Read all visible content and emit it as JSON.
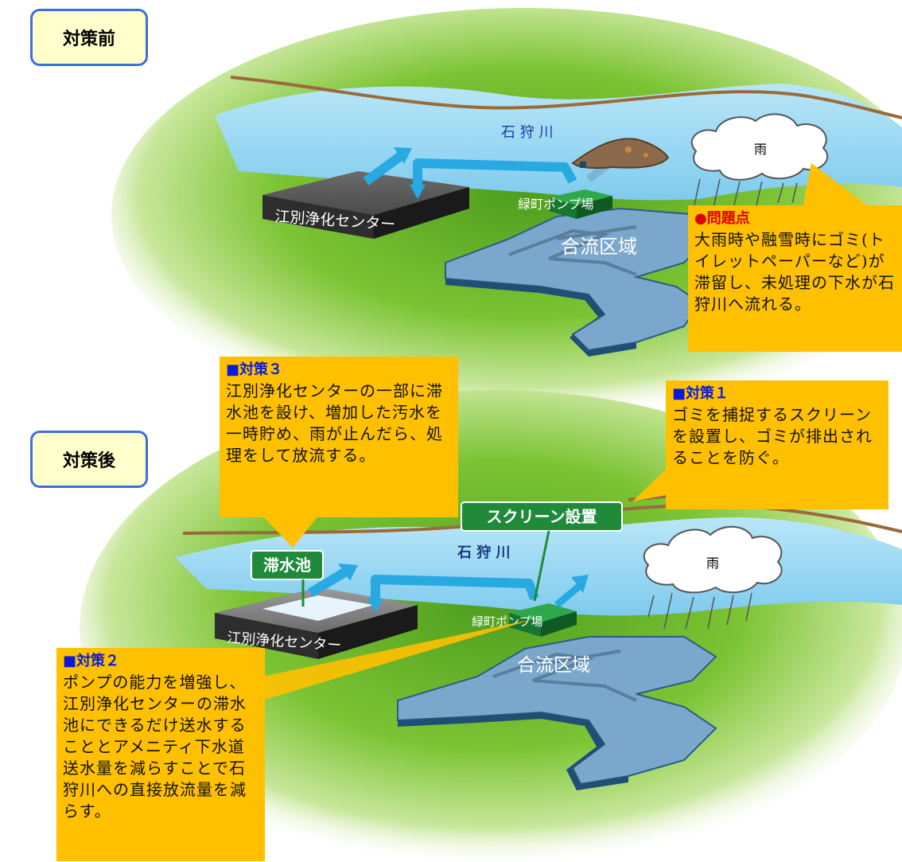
{
  "before": {
    "stage_label": "対策前",
    "river_label": "石 狩 川",
    "rain_label": "雨",
    "center_label": "江別浄化センター",
    "pump_label": "緑町ポンプ場",
    "area_label": "合流区域",
    "problem": {
      "title": "●問題点",
      "body": "大雨時や融雪時にゴミ(トイレットペーパーなど)が滞留し、未処理の下水が石狩川へ流れる。"
    }
  },
  "after": {
    "stage_label": "対策後",
    "river_label": "石 狩 川",
    "rain_label": "雨",
    "center_label": "江別浄化センター",
    "pump_label": "緑町ポンプ場",
    "area_label": "合流区域",
    "tank_tag": "滞水池",
    "screen_tag": "スクリーン設置",
    "measure1": {
      "title": "■対策１",
      "body": "ゴミを捕捉するスクリーンを設置し、ゴミが排出されることを防ぐ。"
    },
    "measure2": {
      "title": "■対策２",
      "body": "ポンプの能力を増強し、江別浄化センターの滞水池にできるだけ送水することとアメニティ下水道送水量を減らすことで石狩川への直接放流量を減らす。"
    },
    "measure3": {
      "title": "■対策３",
      "body": "江別浄化センターの一部に滞水池を設け、増加した汚水を一時貯め、雨が止んだら、処理をして放流する。"
    }
  },
  "colors": {
    "badge_border": "#3b6fe0",
    "badge_fill": "#ffffcc",
    "callout": "#ffc000",
    "river": "#8fd3f0",
    "ground": "#6cbb2c",
    "pump": "#1e8a3a",
    "sewer_area": "#7ba7cc",
    "arrow": "#29a9e1",
    "heading_blue": "#0a1ad8",
    "heading_red": "#e00000"
  }
}
